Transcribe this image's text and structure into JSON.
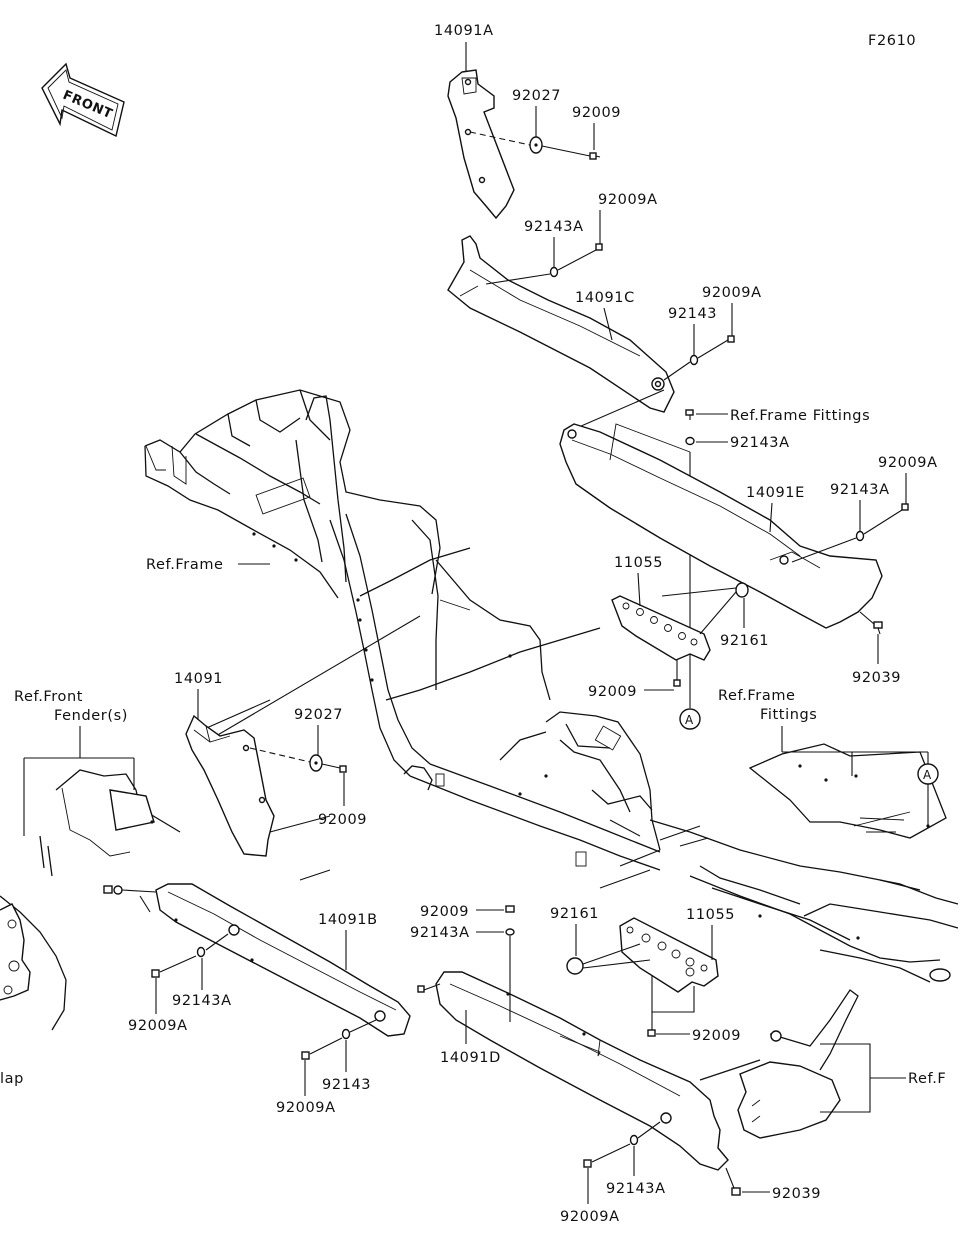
{
  "diagram": {
    "figure_code": "F2610",
    "front_arrow_text": "FRONT",
    "callout_marker": "A",
    "labels": {
      "p14091A": "14091A",
      "p92027_top": "92027",
      "p92009_top": "92009",
      "p92009A_1": "92009A",
      "p92143A_1": "92143A",
      "p14091C": "14091C",
      "p92009A_2": "92009A",
      "p92143_1": "92143",
      "ref_frame_fittings_1": "Ref.Frame Fittings",
      "p92143A_2": "92143A",
      "p92009A_3": "92009A",
      "p92143A_3": "92143A",
      "p14091E": "14091E",
      "ref_frame": "Ref.Frame",
      "p11055_1": "11055",
      "p92161_1": "92161",
      "p92039_1": "92039",
      "p92009_2": "92009",
      "ref_front_fender_1": "Ref.Front",
      "ref_front_fender_2": "Fender(s)",
      "p14091": "14091",
      "p92027_2": "92027",
      "p92009_3": "92009",
      "ref_frame_fittings_2a": "Ref.Frame",
      "ref_frame_fittings_2b": "Fittings",
      "p14091B": "14091B",
      "p92009_4": "92009",
      "p92143A_4": "92143A",
      "p92161_2": "92161",
      "p11055_2": "11055",
      "p92143A_5": "92143A",
      "p92009A_4": "92009A",
      "p92009_5": "92009",
      "p92143_2": "92143",
      "p92009A_5": "92009A",
      "p14091D": "14091D",
      "p92143A_6": "92143A",
      "p92039_2": "92039",
      "p92009A_6": "92009A",
      "ref_f_cut": "Ref.F",
      "flap_cut": "lap"
    }
  }
}
